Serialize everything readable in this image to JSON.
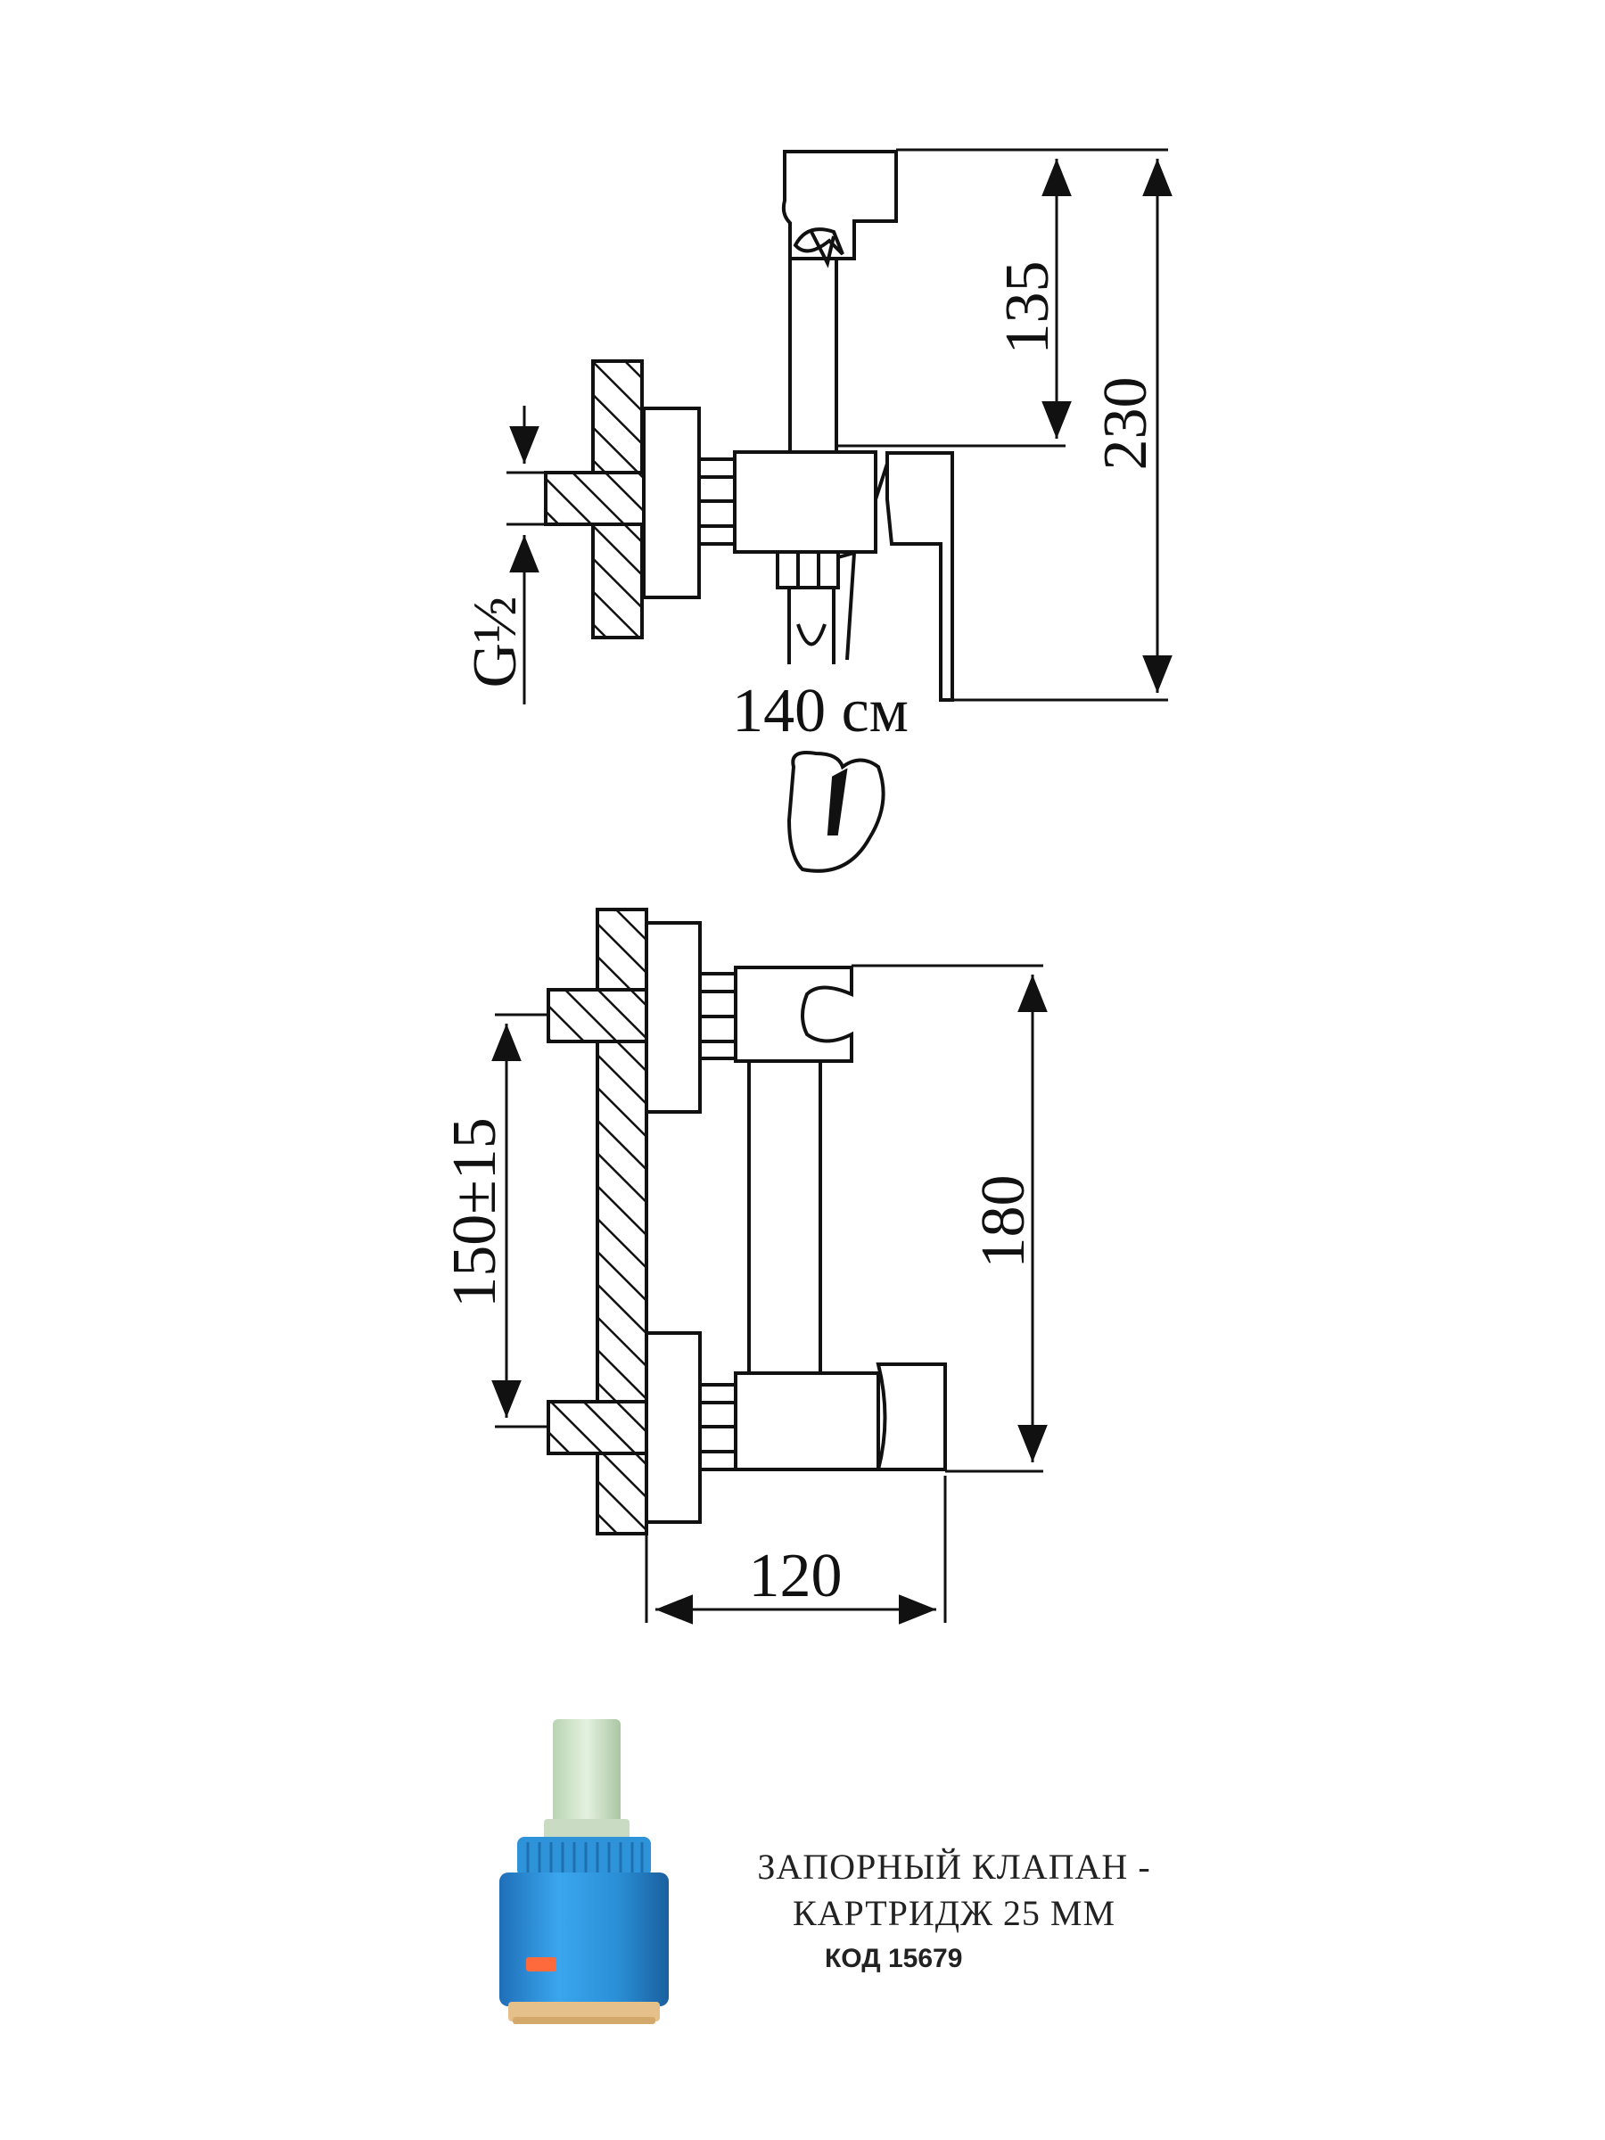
{
  "diagram": {
    "top_view": {
      "dim_height_holder": "135",
      "dim_height_total": "230",
      "thread_label": "G½",
      "hose_label": "140 см"
    },
    "front_view": {
      "dim_center_distance": "150±15",
      "dim_height": "180",
      "dim_depth": "120"
    }
  },
  "cartridge": {
    "title_line1": "ЗАПОРНЫЙ КЛАПАН -",
    "title_line2": "КАРТРИДЖ 25 ММ",
    "code": "КОД 15679",
    "colors": {
      "body": "#2a8fd6",
      "stem": "#cfe3c9",
      "base": "#e6c08a"
    }
  }
}
